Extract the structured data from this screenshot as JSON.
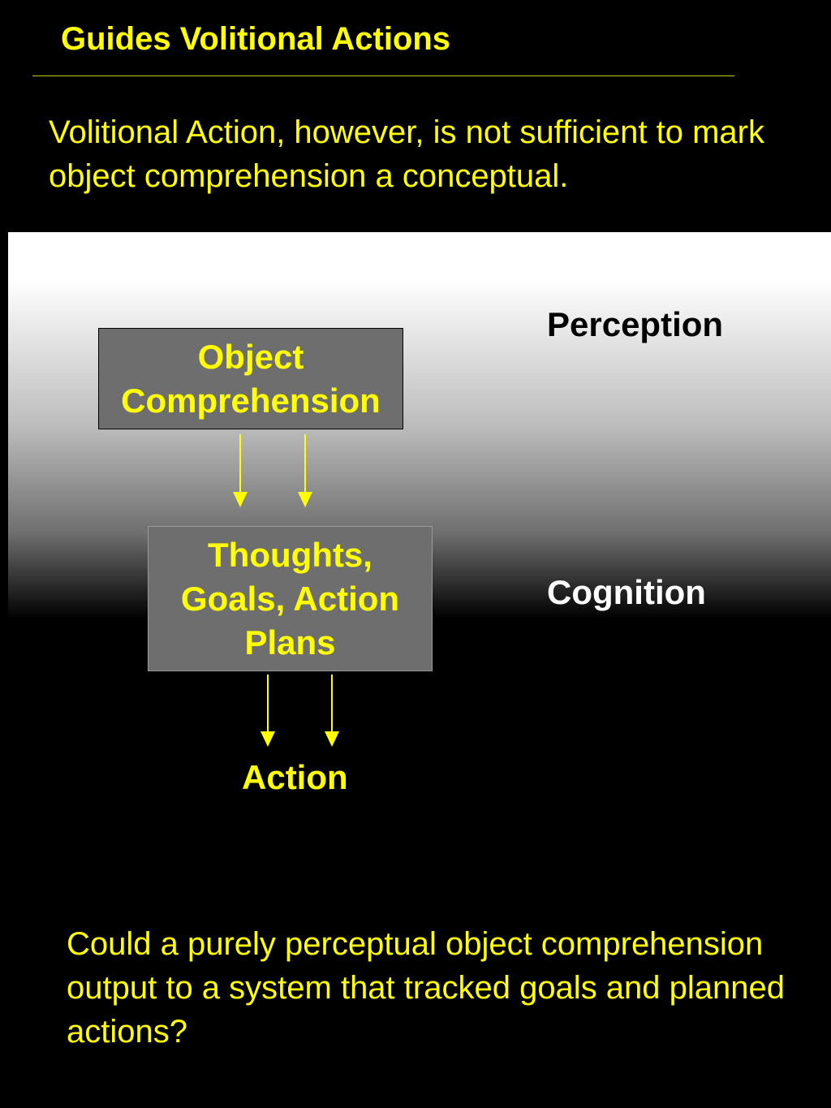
{
  "slide": {
    "title": "Guides Volitional Actions",
    "intro": "Volitional Action, however, is not sufficient to mark object comprehension a conceptual.",
    "question": "Could a purely perceptual object comprehension output to a system that tracked goals and planned actions?"
  },
  "diagram": {
    "layers": {
      "perception": "Perception",
      "cognition": "Cognition"
    },
    "nodes": {
      "object_comprehension": "Object\nComprehension",
      "thoughts_goals": "Thoughts,\nGoals, Action\nPlans",
      "action": "Action"
    },
    "edges": [
      {
        "from": "object_comprehension",
        "to": "thoughts_goals",
        "count": 2
      },
      {
        "from": "thoughts_goals",
        "to": "action",
        "count": 2
      }
    ]
  },
  "colors": {
    "background": "#000000",
    "text_accent": "#ffff00",
    "box_fill": "#6e6e6e",
    "arrow": "#ffff00"
  }
}
